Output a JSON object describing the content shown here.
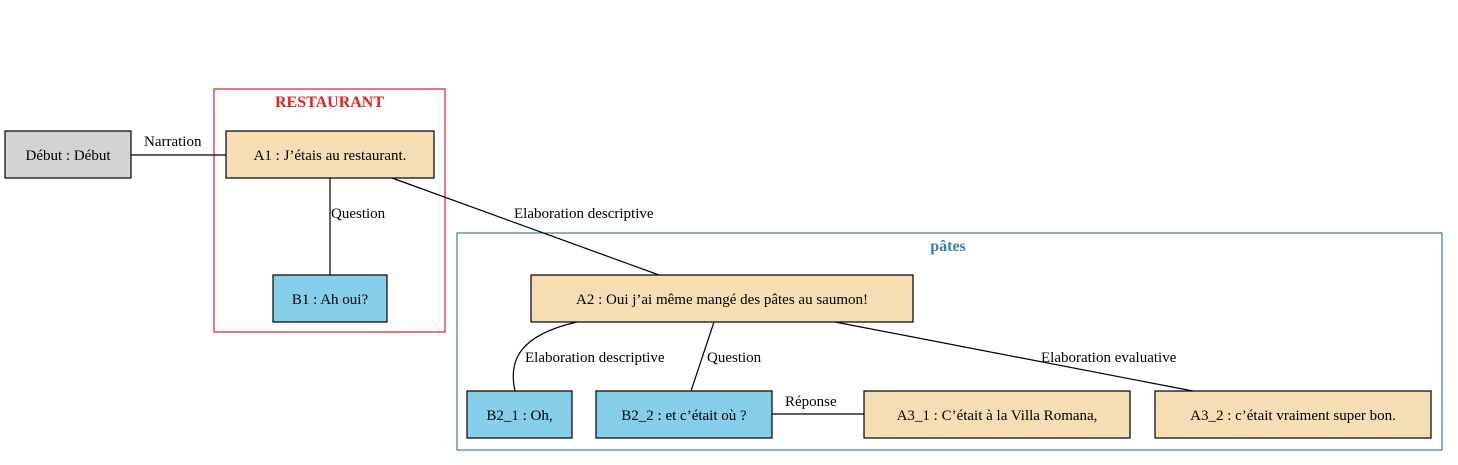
{
  "colors": {
    "start": "#d3d3d3",
    "speaker_a": "#f5deb3",
    "speaker_b": "#87ceeb",
    "cluster_restaurant": "#dd2222",
    "cluster_pates": "#3a7bb8"
  },
  "clusters": {
    "restaurant": {
      "title": "RESTAURANT"
    },
    "pates": {
      "title": "pâtes"
    }
  },
  "nodes": {
    "debut": "Début : Début",
    "a1": "A1 : J’étais au restaurant.",
    "b1": "B1 : Ah oui?",
    "a2": "A2 : Oui j’ai même mangé des pâtes au saumon!",
    "b2_1": "B2_1 : Oh,",
    "b2_2": "B2_2 : et c’était où ?",
    "a3_1": "A3_1 : C’était à la Villa Romana,",
    "a3_2": "A3_2 : c’était vraiment super bon."
  },
  "edges": {
    "debut_a1": "Narration",
    "a1_b1": "Question",
    "a1_a2": "Elaboration descriptive",
    "a2_b2_1": "Elaboration descriptive",
    "a2_b2_2": "Question",
    "a2_a3_2": "Elaboration evaluative",
    "b2_2_a3_1": "Réponse"
  }
}
